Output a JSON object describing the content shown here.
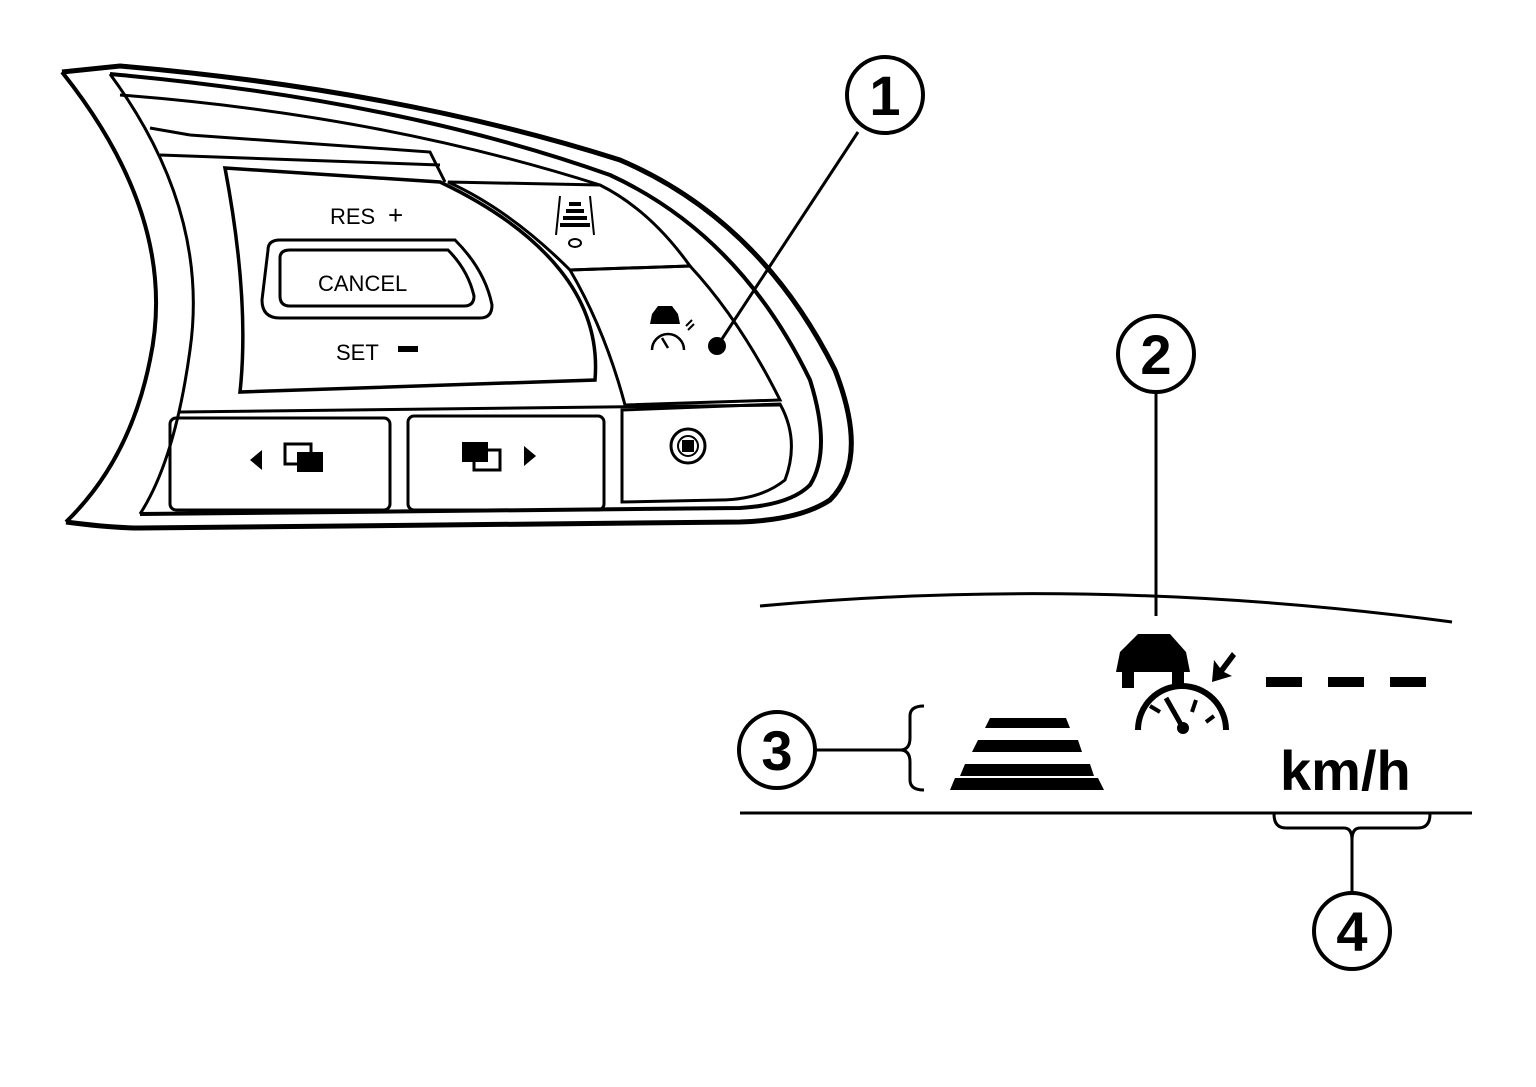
{
  "switch": {
    "res_label": "RES",
    "res_sign": "+",
    "cancel_label": "CANCEL",
    "set_label": "SET",
    "set_sign": "–",
    "icons": [
      "lane-keep-assist-icon",
      "intelligent-cruise-control-icon",
      "vehicle-distance-icon",
      "display-prev-icon",
      "display-next-icon"
    ]
  },
  "display": {
    "set_speed": "- - -",
    "unit": "km/h"
  },
  "callouts": [
    "1",
    "2",
    "3",
    "4"
  ]
}
